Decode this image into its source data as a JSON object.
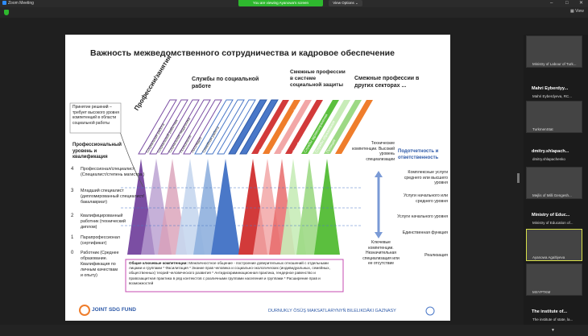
{
  "window": {
    "app_title": "Zoom Meeting",
    "share_banner": "You are viewing Ayanowa's screen",
    "view_options": "View Options ⌄",
    "view_label": "View"
  },
  "slide": {
    "title": "Важность межведомственного сотрудничества и кадровое обеспечение",
    "axis_professions": "Профессии/занятия",
    "group_social": "Службы по социальной работе",
    "group_related": "Смежные профессии в системе социальной защиты",
    "group_other": "Смежные профессии в других секторах ...",
    "decision_note": "Принятие решений – требует высокого уровня компетенций в области социальной работы",
    "levels_title": "Профессиональный уровень и квалификация",
    "levels": [
      {
        "num": "4",
        "text": "Профессионал/специалист (Специалист/степень магистра )"
      },
      {
        "num": "3",
        "text": "Младший специалист (дипломированный специалист/бакалавриат)"
      },
      {
        "num": "2",
        "text": "Квалифицированный работник (технический диплом)"
      },
      {
        "num": "1",
        "text": "Парапрофессионал (сертификат)"
      },
      {
        "num": "0",
        "text": "Работник (Среднее образование. Квалификация по личным качествам и опыту)"
      }
    ],
    "tech_competence": "Технические компетенции. Высокий уровень специализации",
    "key_competence": "Ключевые компетенции. Незначительная специализация или ее отсутствие",
    "responsibility_title": "Подотчетность и ответственность",
    "responsibilities": [
      "Комплексные услуги среднего или высшего уровня",
      "Услуги начального или среднего уровня",
      "Услуги начального уровня",
      "Единственная функция",
      "Реализация"
    ],
    "professions_social": [
      "Социальная работа",
      "Социальный работник",
      "Социальная педагогика",
      "Психология",
      "Логопедия",
      "Семейная работа"
    ],
    "professions_related": [
      "Юрист",
      "Специалист по защите детей",
      "Социальная защита",
      "Служба занятости"
    ],
    "professions_other": [
      "Службы здравоохранения",
      "Службы образования",
      "Полиция"
    ],
    "core_box_label": "Общие ключевые компетенции:",
    "core_box_text": " Межличностное общение - построение доверительных отношений с отдельными лицами и группами * Фасилитация * Знание прав человека и социально-экологических (индивидуальных, семейных, общественных) теорий человеческого развития * Антидискриминационная практика, гендерное равенство и правозащитная практика в ряд контекстов с различными группами населения и группами * Расширение прав и возможностей",
    "footer_left": "JOINT SDG FUND",
    "footer_right": "DURNUKLY ÖSÜŞ MAKSATLARYNYŇ BILELIKDÄKI GAZNASY"
  },
  "participants": [
    {
      "label": "",
      "name": "Ministry of Labour of Turk..."
    },
    {
      "label": "Mahri Eyberdyy...",
      "name": "Mahri Eyberdyeva, RC..."
    },
    {
      "label": "",
      "name": "TurkmenStat"
    },
    {
      "label": "dmitry.shlapach...",
      "name": "dmitry.shlapachenko"
    },
    {
      "label": "",
      "name": "Mejlis of Milli Gengesh..."
    },
    {
      "label": "Ministry of Educ...",
      "name": "Ministry of Education of..."
    },
    {
      "label": "",
      "name": "Ayanowa Agaltiyeva"
    },
    {
      "label": "",
      "name": "MSYPTKM"
    },
    {
      "label": "The institute of...",
      "name": "The institute of state, la..."
    }
  ],
  "colors": {
    "purple": "#7b4ea3",
    "blue": "#4a78c8",
    "red": "#d23a3a",
    "green": "#5bbf3e",
    "orange": "#ef7d2b",
    "active_border": "#d8e04a"
  }
}
